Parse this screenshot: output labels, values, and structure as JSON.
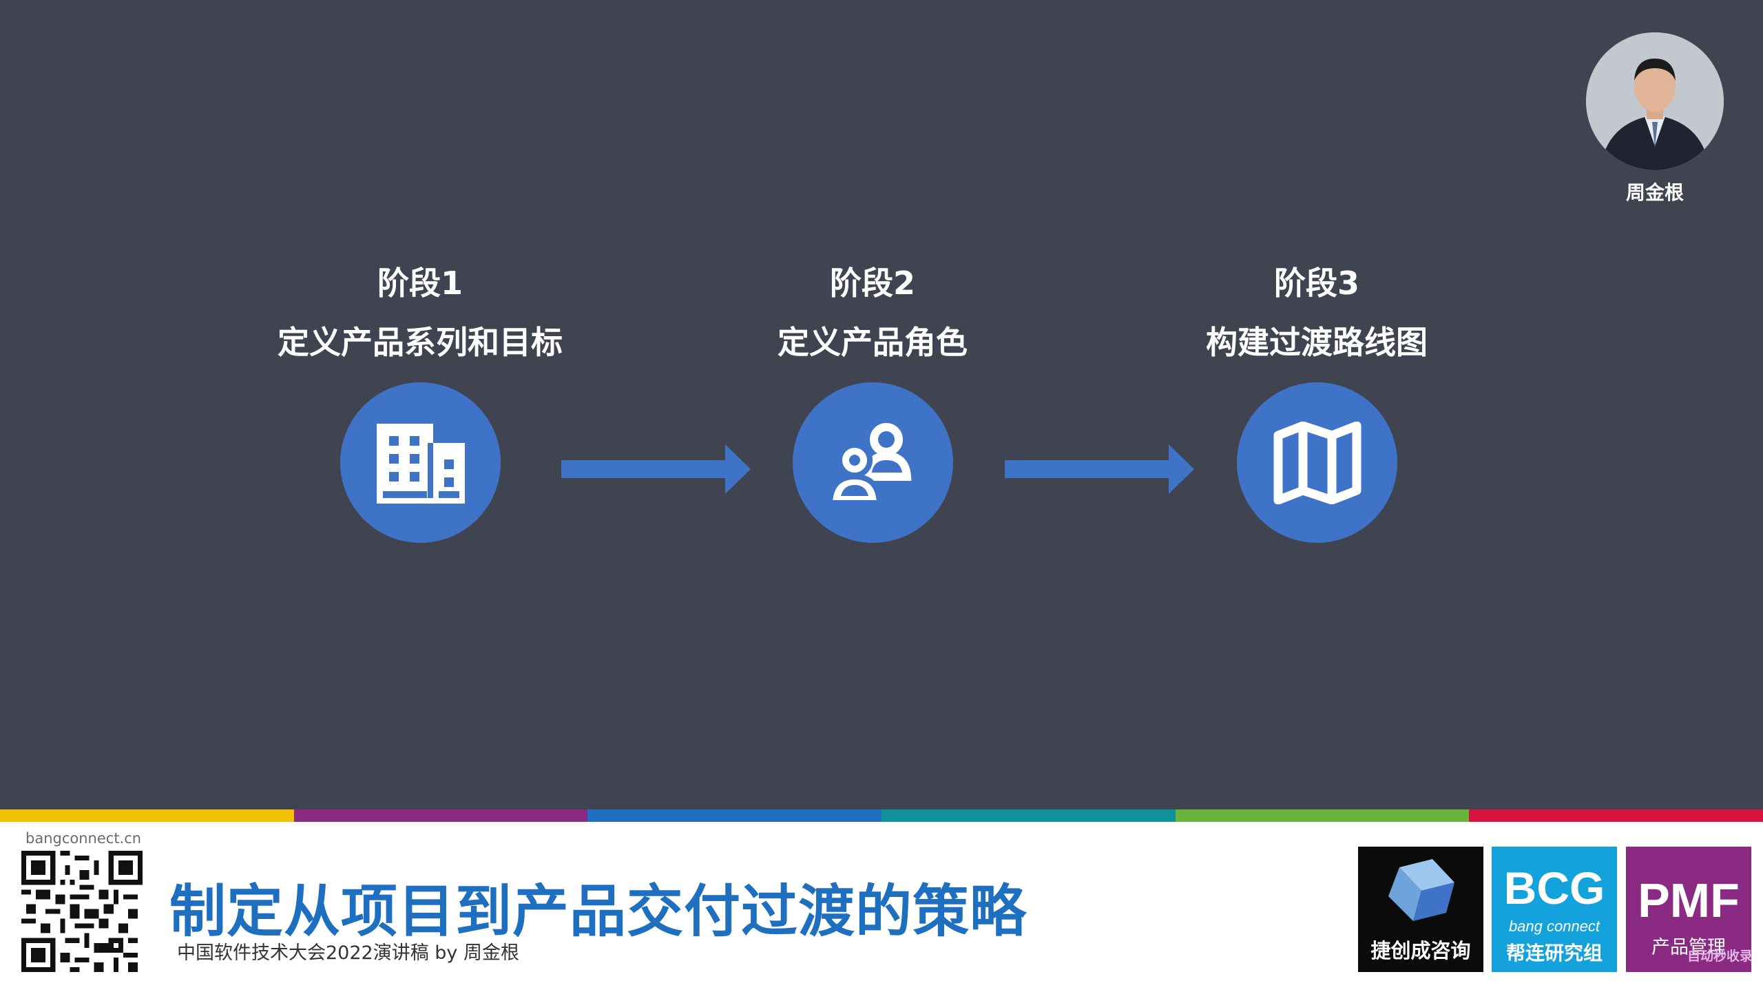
{
  "speaker": {
    "name": "周金根"
  },
  "stages": [
    {
      "label": "阶段1",
      "title": "定义产品系列和目标",
      "icon": "building-icon"
    },
    {
      "label": "阶段2",
      "title": "定义产品角色",
      "icon": "users-icon"
    },
    {
      "label": "阶段3",
      "title": "构建过渡路线图",
      "icon": "map-icon"
    }
  ],
  "colors": {
    "background": "#3f4450",
    "circle": "#3f73c8",
    "title": "#1f6fc1",
    "strip": [
      "#f2c200",
      "#8a2a83",
      "#1f6fc1",
      "#11929b",
      "#6bb43c",
      "#d7143f"
    ]
  },
  "footer": {
    "site": "bangconnect.cn",
    "title": "制定从项目到产品交付过渡的策略",
    "subtitle": "中国软件技术大会2022演讲稿  by 周金根"
  },
  "logos": {
    "jc": {
      "label": "捷创成咨询"
    },
    "bcg": {
      "big": "BCG",
      "small": "bang connect",
      "label": "帮连研究组"
    },
    "pmf": {
      "big": "PMF",
      "label": "产品管理"
    },
    "watermark": "自动秒收录"
  }
}
